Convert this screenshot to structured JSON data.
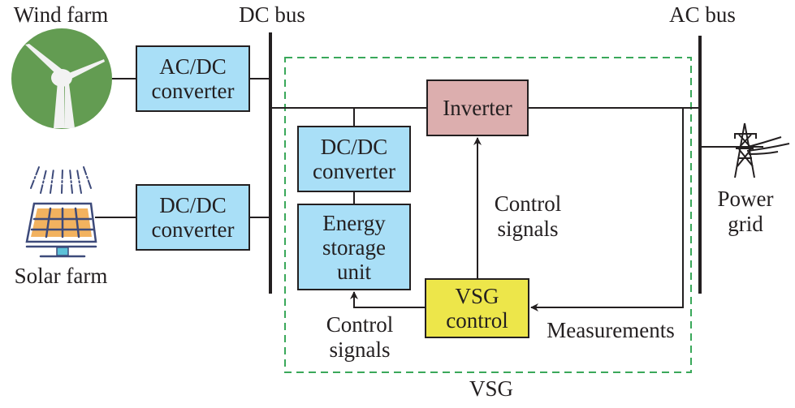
{
  "title": "Wind/solar hybrid system with virtual synchronous generator (VSG)",
  "colors": {
    "converter_fill": "#a9dff7",
    "inverter_fill": "#dcaeae",
    "vsg_control_fill": "#ede64a",
    "wind_icon": "#639c52",
    "solar_panel": "#f2b25f",
    "solar_frame": "#3d4a7a",
    "vsg_boundary": "#3aa85a",
    "lines": "#231f20"
  },
  "sources": {
    "wind": {
      "label": "Wind farm",
      "icon": "wind-turbine-icon"
    },
    "solar": {
      "label": "Solar farm",
      "icon": "solar-panel-icon"
    }
  },
  "buses": {
    "dc": "DC bus",
    "ac": "AC bus"
  },
  "blocks": {
    "acdc": [
      "AC/DC",
      "converter"
    ],
    "dcdc_solar": [
      "DC/DC",
      "converter"
    ],
    "dcdc_storage": [
      "DC/DC",
      "converter"
    ],
    "energy_storage": [
      "Energy",
      "storage",
      "unit"
    ],
    "inverter": "Inverter",
    "vsg_control": [
      "VSG",
      "control"
    ]
  },
  "grid": {
    "label": [
      "Power",
      "grid"
    ],
    "icon": "transmission-tower-icon"
  },
  "signals": {
    "control_to_inverter": [
      "Control",
      "signals"
    ],
    "control_to_storage": [
      "Control",
      "signals"
    ],
    "measurements": "Measurements"
  },
  "boundary_label": "VSG"
}
